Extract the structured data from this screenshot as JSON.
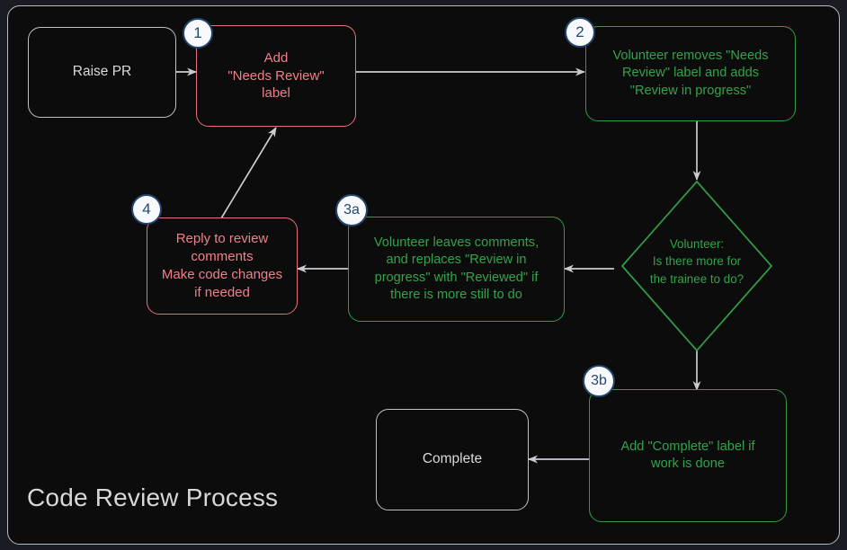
{
  "diagram": {
    "title": "Code Review Process",
    "colors": {
      "page_background": "#191d23",
      "frame_background": "#0c0c0c",
      "frame_border": "#b9bcc0",
      "neutral": "#bfc2c6",
      "red": "#e8707a",
      "green": "#2f9e44",
      "badge_fill": "#f7f9fc",
      "badge_border": "#21456e",
      "arrow": "#c9ccd0"
    },
    "nodes": [
      {
        "id": "raise-pr",
        "label": "Raise PR",
        "shape": "rounded-rect",
        "style": "neutral"
      },
      {
        "id": "add-label",
        "label": "Add\n\"Needs Review\"\nlabel",
        "shape": "rounded-rect",
        "style": "red",
        "badge": "1"
      },
      {
        "id": "volunteer-start",
        "label": "Volunteer removes \"Needs\nReview\" label and adds\n\"Review in progress\"",
        "shape": "rounded-rect",
        "style": "green",
        "badge": "2"
      },
      {
        "id": "decision",
        "label": "Volunteer:\nIs there more for\nthe trainee to do?",
        "shape": "diamond",
        "style": "green"
      },
      {
        "id": "leave-comments",
        "label": "Volunteer leaves comments,\nand replaces \"Review in\nprogress\" with \"Reviewed\" if\nthere is more still to do",
        "shape": "rounded-rect",
        "style": "green",
        "badge": "3a"
      },
      {
        "id": "reply",
        "label": "Reply to review\ncomments\nMake code changes\nif needed",
        "shape": "rounded-rect",
        "style": "red",
        "badge": "4"
      },
      {
        "id": "complete-label",
        "label": "Add \"Complete\" label if\nwork is done",
        "shape": "rounded-rect",
        "style": "green",
        "badge": "3b"
      },
      {
        "id": "complete",
        "label": "Complete",
        "shape": "rounded-rect",
        "style": "neutral"
      }
    ],
    "edges": [
      {
        "from": "raise-pr",
        "to": "add-label",
        "label": ""
      },
      {
        "from": "add-label",
        "to": "volunteer-start",
        "label": ""
      },
      {
        "from": "volunteer-start",
        "to": "decision",
        "label": ""
      },
      {
        "from": "decision",
        "to": "leave-comments",
        "label": ""
      },
      {
        "from": "leave-comments",
        "to": "reply",
        "label": ""
      },
      {
        "from": "reply",
        "to": "add-label",
        "label": ""
      },
      {
        "from": "decision",
        "to": "complete-label",
        "label": ""
      },
      {
        "from": "complete-label",
        "to": "complete",
        "label": ""
      }
    ]
  }
}
